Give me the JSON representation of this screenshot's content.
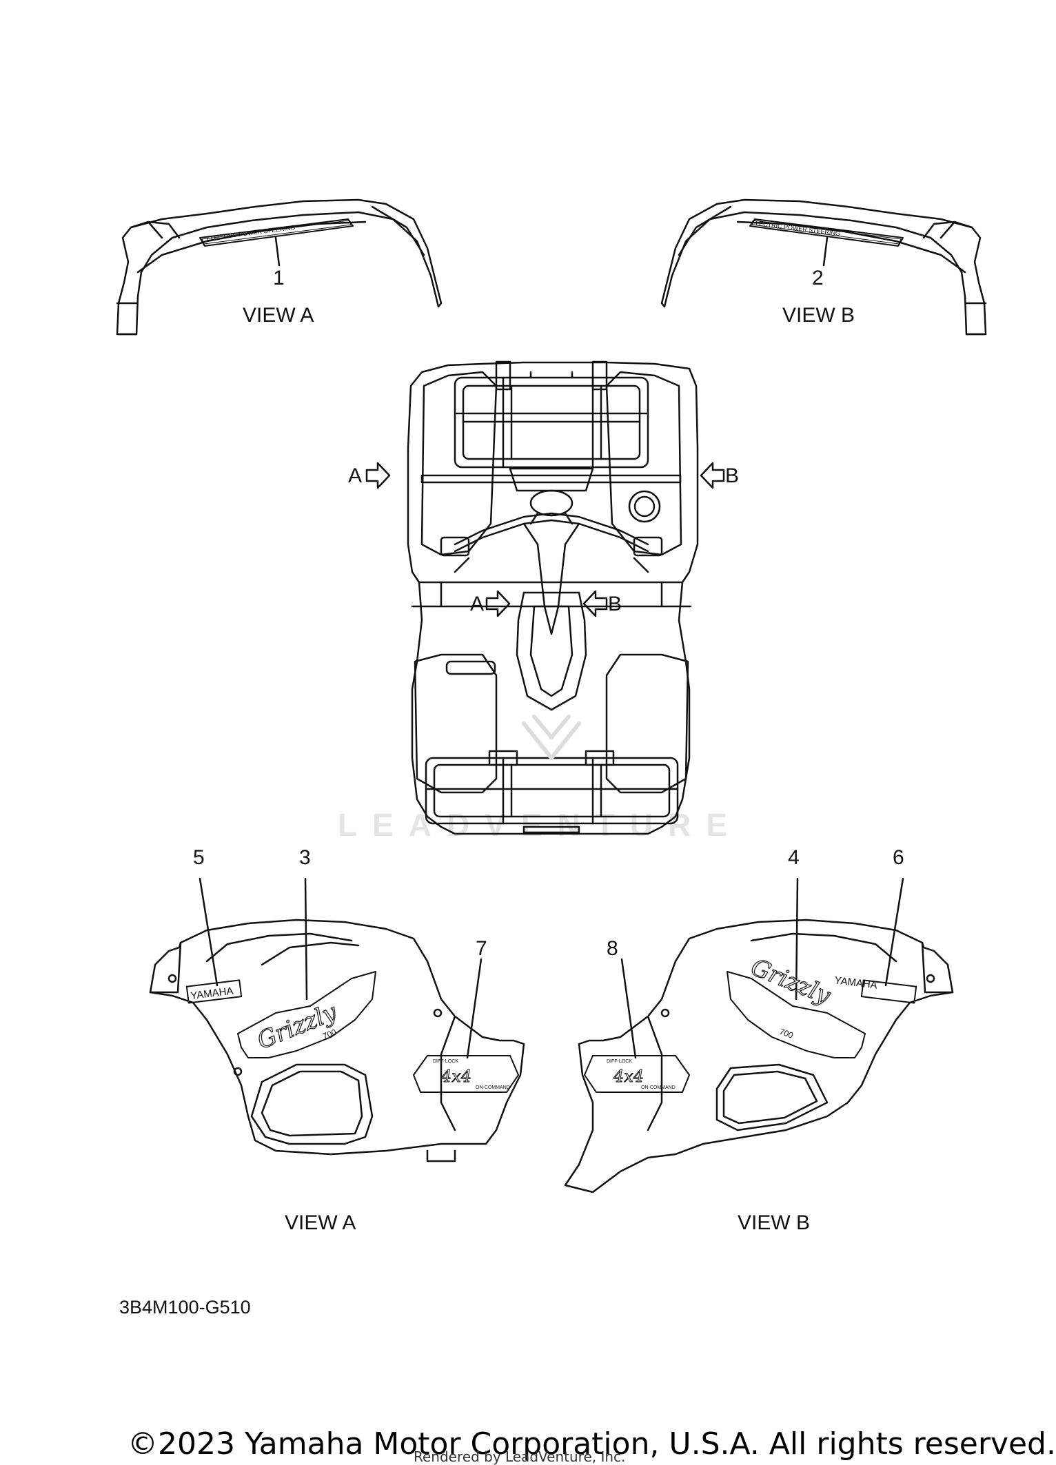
{
  "callouts": [
    "1",
    "2",
    "3",
    "4",
    "5",
    "6",
    "7",
    "8"
  ],
  "views": {
    "top_left": "VIEW A",
    "top_right": "VIEW B",
    "bottom_left": "VIEW A",
    "bottom_right": "VIEW B"
  },
  "arrows": {
    "outer_a": "A",
    "outer_b": "B",
    "inner_a": "A",
    "inner_b": "B"
  },
  "decals": {
    "steering": "ELECTRIC POWER STEERING",
    "brand": "YAMAHA",
    "model": "Grizzly",
    "model_sub": "700",
    "badge": "4x4",
    "badge_top": "DIFF-LOCK",
    "badge_bottom": "ON-COMMAND"
  },
  "diagram_code": "3B4M100-G510",
  "watermark": "LEADVENTURE",
  "copyright": "©2023 Yamaha Motor Corporation, U.S.A. All rights reserved.",
  "rendered_by": "Rendered by LeadVenture, Inc."
}
